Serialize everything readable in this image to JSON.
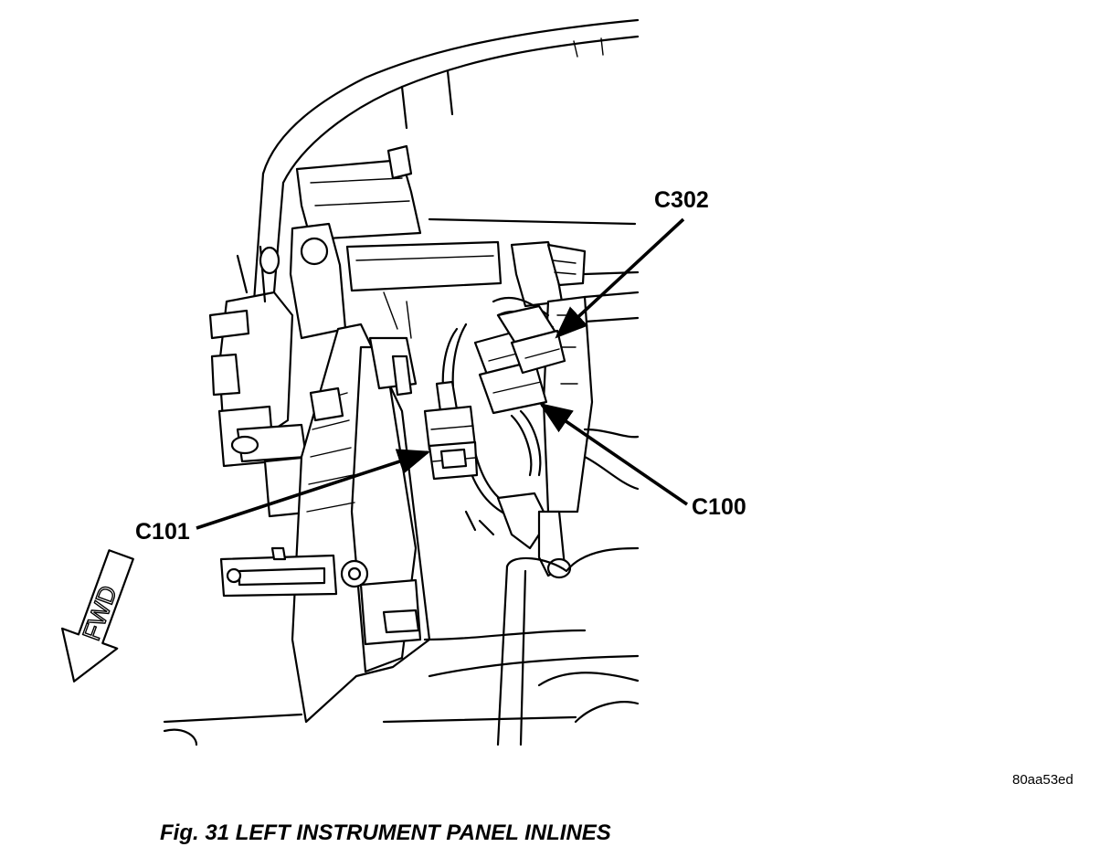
{
  "callouts": {
    "c302": "C302",
    "c100": "C100",
    "c101": "C101"
  },
  "direction": {
    "label": "FWD"
  },
  "reference_code": "80aa53ed",
  "caption": "Fig. 31 LEFT INSTRUMENT PANEL INLINES",
  "colors": {
    "line": "#000000",
    "background": "#ffffff"
  }
}
